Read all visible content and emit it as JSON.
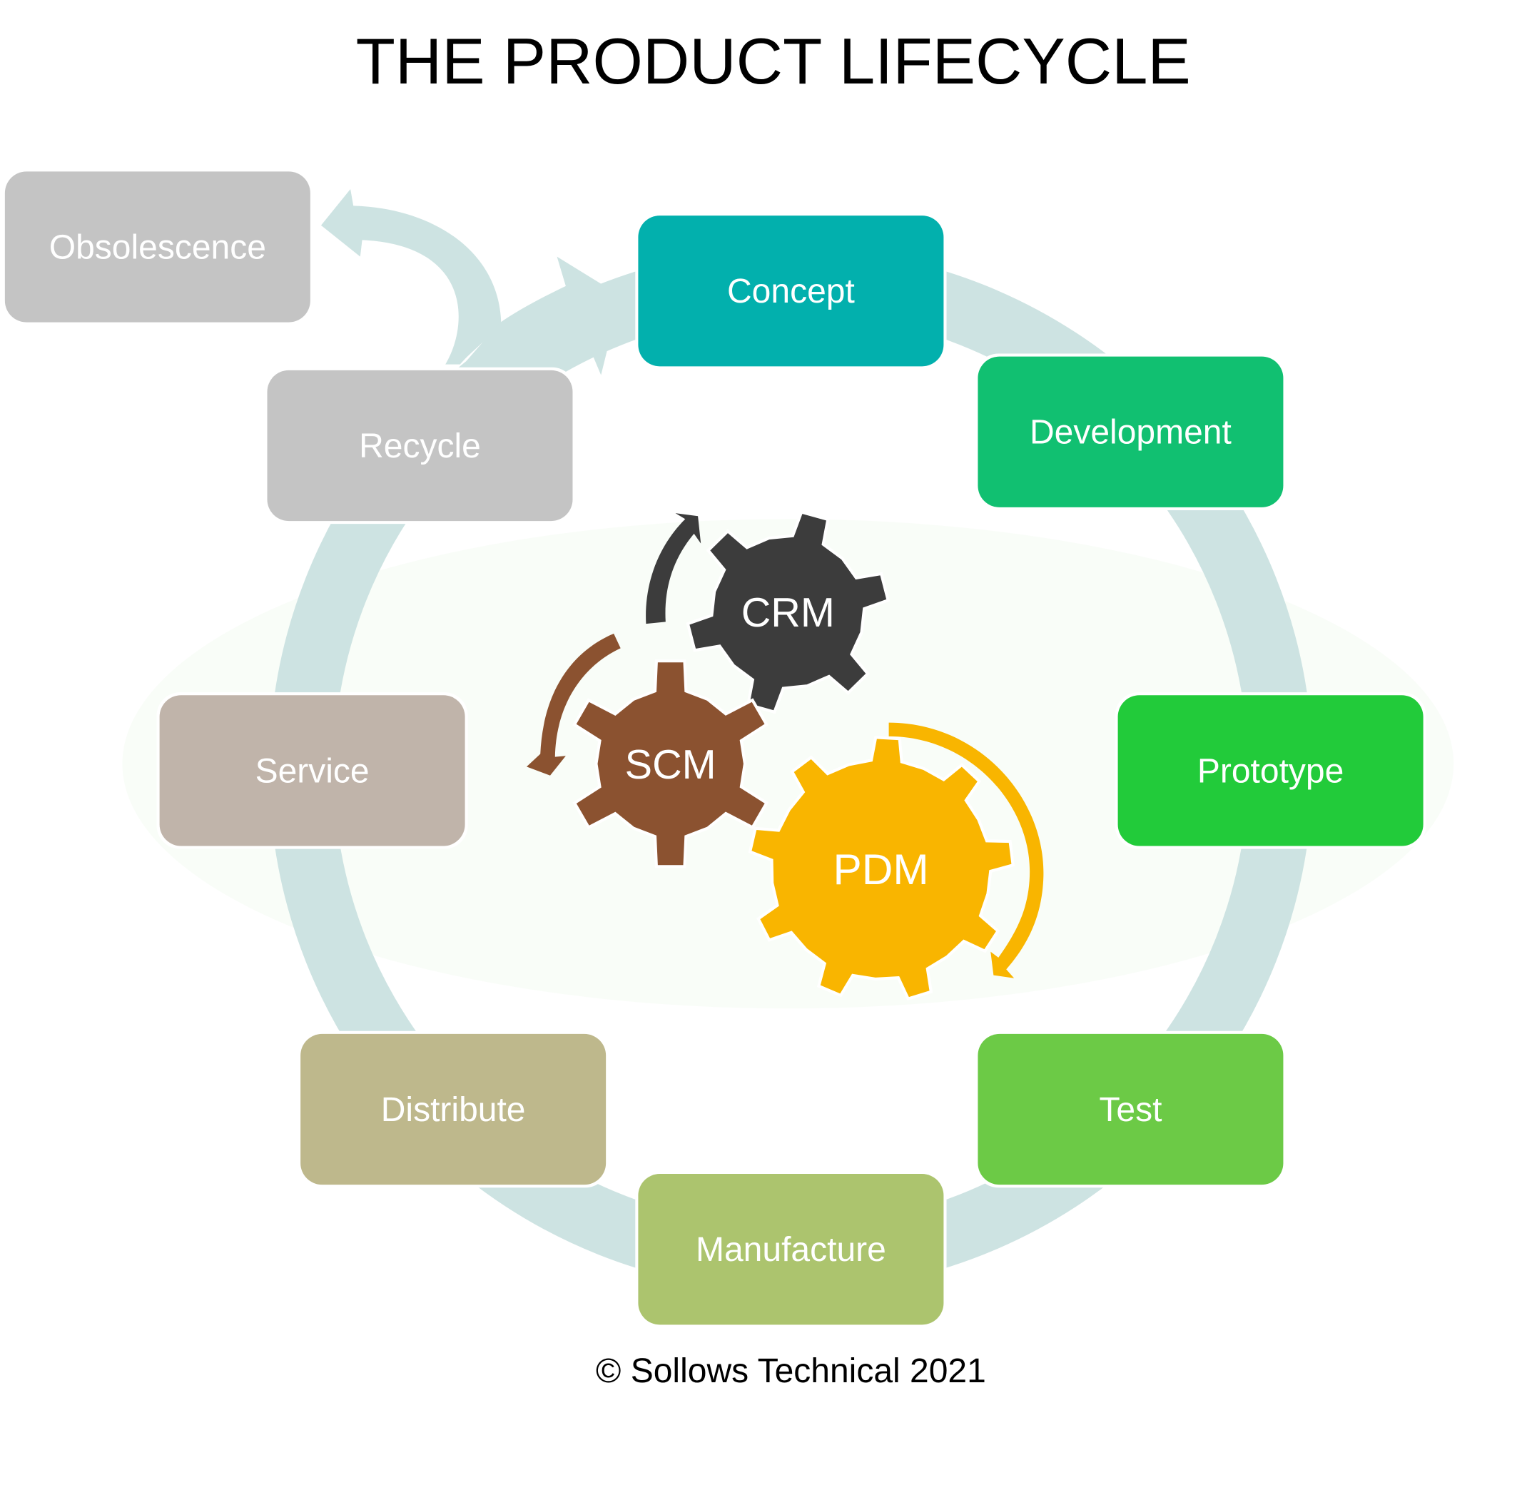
{
  "title": "THE PRODUCT LIFECYCLE",
  "stages": [
    {
      "label": "Concept",
      "color": "#02b0ad"
    },
    {
      "label": "Development",
      "color": "#11c071"
    },
    {
      "label": "Prototype",
      "color": "#22cb3a"
    },
    {
      "label": "Test",
      "color": "#6cca46"
    },
    {
      "label": "Manufacture",
      "color": "#acc46e"
    },
    {
      "label": "Distribute",
      "color": "#beb88c"
    },
    {
      "label": "Service",
      "color": "#c0b4aa"
    },
    {
      "label": "Recycle",
      "color": "#c4c4c4"
    },
    {
      "label": "Obsolescence",
      "color": "#c4c4c4"
    }
  ],
  "gears": [
    {
      "label": "CRM",
      "color": "#3c3c3c"
    },
    {
      "label": "SCM",
      "color": "#8b5230"
    },
    {
      "label": "PDM",
      "color": "#f9b500"
    }
  ],
  "ring_color": "#cde3e2",
  "watermark": {
    "line1": "Sollows",
    "line2": "Technical"
  },
  "copyright": "© Sollows Technical 2021"
}
